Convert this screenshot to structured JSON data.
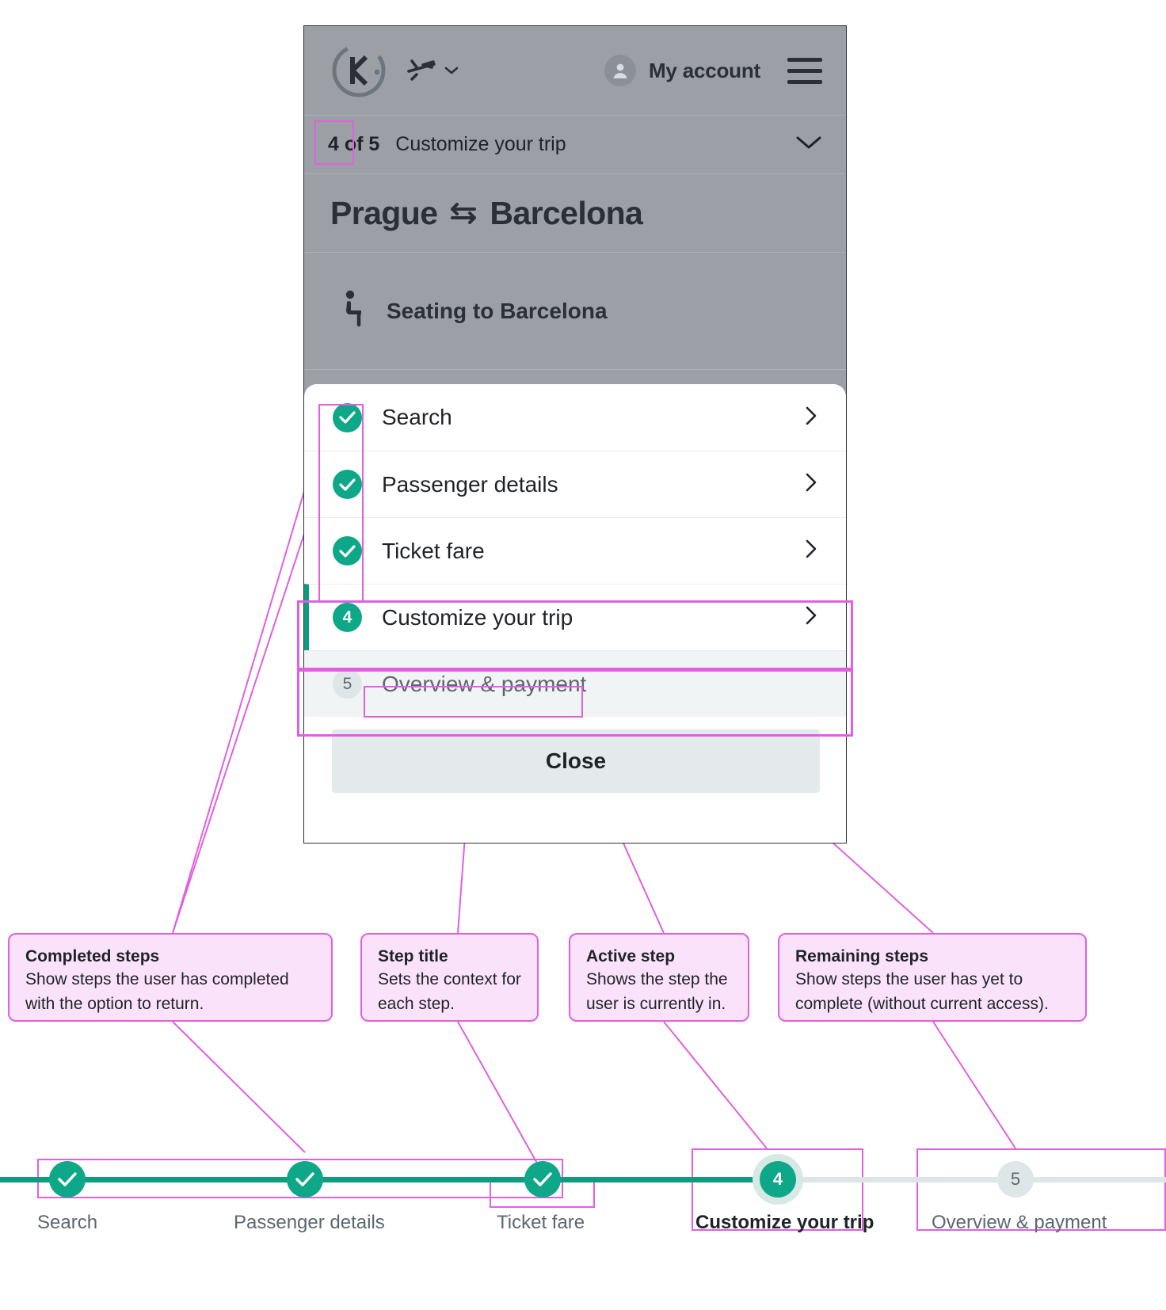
{
  "phone": {
    "nav": {
      "logo_icon": "kiwi-logo-icon",
      "flight_icon": "plane-icon",
      "flight_chevron_icon": "chevron-down-icon",
      "account_icon": "user-avatar-icon",
      "account_label": "My account",
      "menu_icon": "hamburger-menu-icon"
    },
    "step_header": {
      "counter": "4 of 5",
      "title": "Customize your trip",
      "expand_icon": "chevron-down-icon"
    },
    "route": {
      "origin": "Prague",
      "swap_icon": "swap-arrows-icon",
      "destination": "Barcelona"
    },
    "seating": {
      "icon": "seat-accessibility-icon",
      "label": "Seating to Barcelona"
    },
    "sheet": {
      "steps": [
        {
          "state": "done",
          "badge": "check",
          "icon": "check-circle-icon",
          "label": "Search",
          "arrow": "chevron-right-icon"
        },
        {
          "state": "done",
          "badge": "check",
          "icon": "check-circle-icon",
          "label": "Passenger details",
          "arrow": "chevron-right-icon"
        },
        {
          "state": "done",
          "badge": "check",
          "icon": "check-circle-icon",
          "label": "Ticket fare",
          "arrow": "chevron-right-icon"
        },
        {
          "state": "current",
          "badge": "4",
          "icon": "number-badge-icon",
          "label": "Customize your trip",
          "arrow": "chevron-right-icon"
        },
        {
          "state": "todo",
          "badge": "5",
          "icon": "number-badge-icon",
          "label": "Overview & payment",
          "arrow": ""
        }
      ],
      "close_label": "Close"
    }
  },
  "annotations": [
    {
      "title": "Completed steps",
      "body": "Show steps the user has completed with the option to return."
    },
    {
      "title": "Step title",
      "body": "Sets the context for each step."
    },
    {
      "title": "Active step",
      "body": "Shows the step the user is currently in."
    },
    {
      "title": "Remaining steps",
      "body": "Show steps the user has yet to complete (without current access)."
    }
  ],
  "stepper": {
    "nodes": [
      {
        "state": "done",
        "badge": "check",
        "label": "Search"
      },
      {
        "state": "done",
        "badge": "check",
        "label": "Passenger details"
      },
      {
        "state": "done",
        "badge": "check",
        "label": "Ticket fare"
      },
      {
        "state": "active",
        "badge": "4",
        "label": "Customize your trip"
      },
      {
        "state": "todo",
        "badge": "5",
        "label": "Overview & payment"
      }
    ]
  },
  "colors": {
    "accent_teal": "#0ea888",
    "track_done": "#0e9c80",
    "track_rest": "#dde5e7",
    "annotation_fill": "#fbe2fb",
    "annotation_border": "#e060e0",
    "phone_overlay": "#9ca0a6",
    "disabled_row": "#f1f4f5"
  }
}
